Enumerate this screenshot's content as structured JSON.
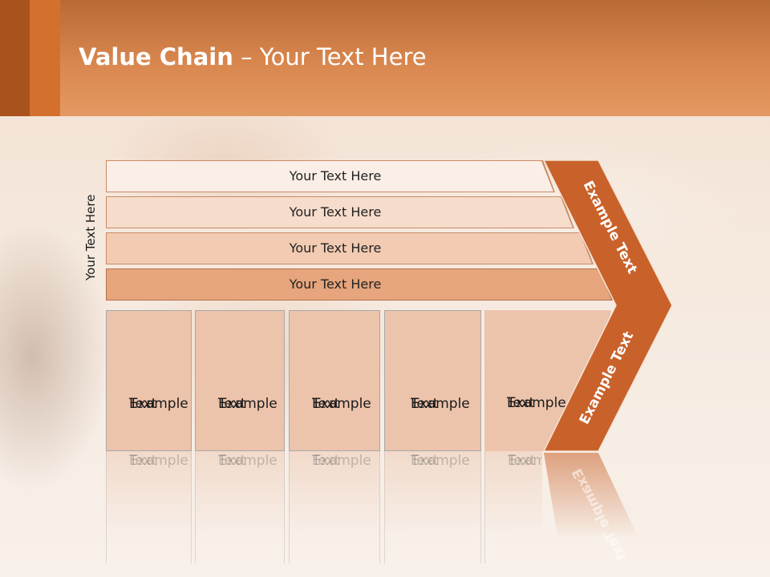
{
  "slide": {
    "title_bold": "Value Chain",
    "title_rest": " – Your Text Here",
    "side_label": "Your Text Here",
    "rows": [
      {
        "label": "Your Text Here",
        "color": "#fbeee6"
      },
      {
        "label": "Your Text Here",
        "color": "#f6dccb"
      },
      {
        "label": "Your Text Here",
        "color": "#f2cbb2"
      },
      {
        "label": "Your Text Here",
        "color": "#e6a57c"
      }
    ],
    "boxes": [
      {
        "line1": "Example",
        "line2": "Text"
      },
      {
        "line1": "Example",
        "line2": "Text"
      },
      {
        "line1": "Example",
        "line2": "Text"
      },
      {
        "line1": "Example",
        "line2": "Text"
      },
      {
        "line1": "Example",
        "line2": "Text"
      }
    ],
    "chevron_top": "Example Text",
    "chevron_bottom": "Example Text",
    "accent_color": "#c9622a",
    "header_color": "#d9874f"
  }
}
